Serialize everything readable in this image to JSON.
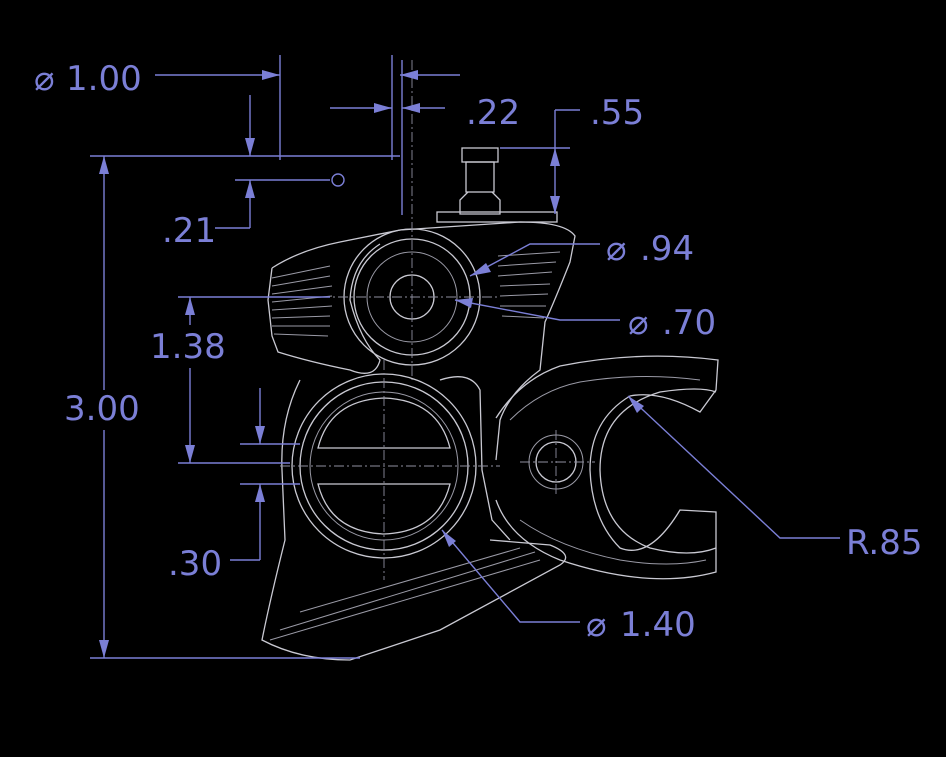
{
  "drawing": {
    "colors": {
      "background": "#000000",
      "dimension": "#7b7fd6",
      "part": "#c9c9d2"
    },
    "dimensions": {
      "dia_top": {
        "symbol": "⌀",
        "value": "1.00"
      },
      "w_22": ".22",
      "h_55": ".55",
      "h_21": ".21",
      "dia_94": {
        "symbol": "⌀",
        "value": ".94"
      },
      "h_138": "1.38",
      "dia_70": {
        "symbol": "⌀",
        "value": ".70"
      },
      "h_300": "3.00",
      "r_85": "R.85",
      "h_30": ".30",
      "dia_140": {
        "symbol": "⌀",
        "value": "1.40"
      }
    }
  }
}
